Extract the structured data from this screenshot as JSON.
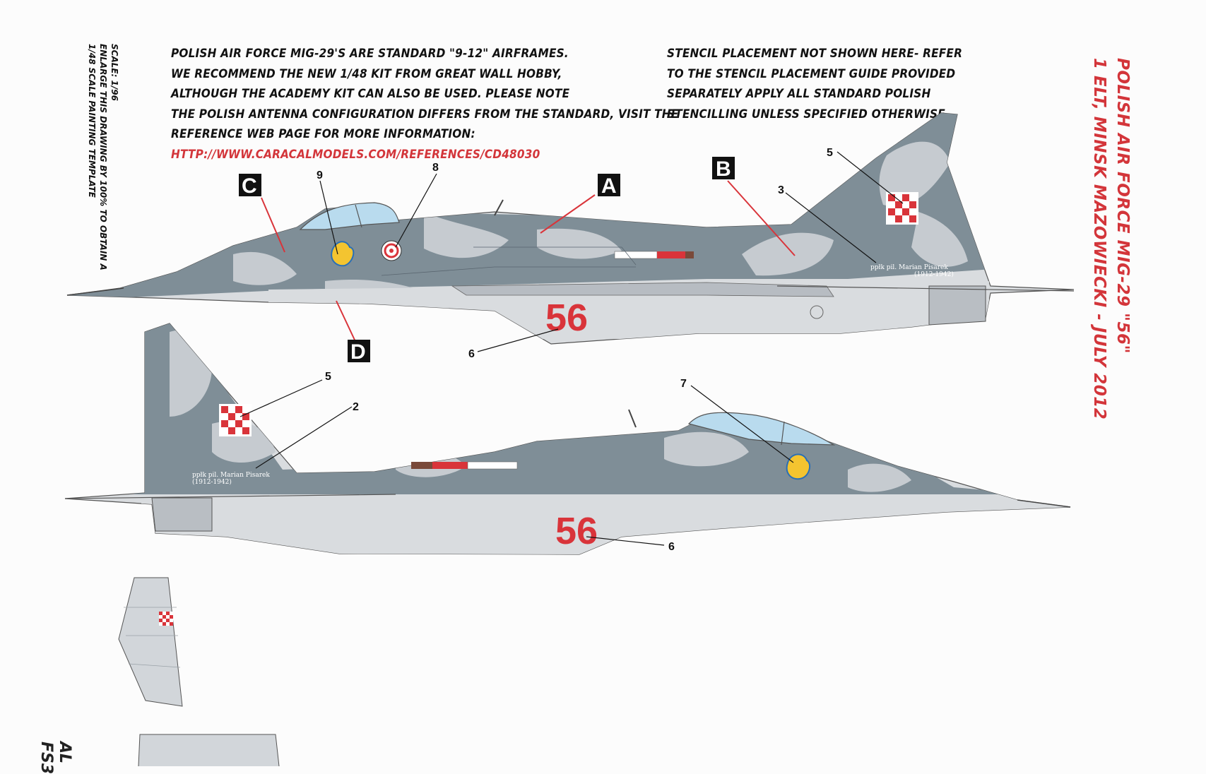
{
  "scale_note": {
    "lines": [
      "SCALE: 1/96",
      "ENLARGE THIS DRAWING BY 100% TO OBTAIN A",
      "1/48 SCALE PAINTING TEMPLATE"
    ]
  },
  "intro_note": {
    "lines": [
      "POLISH AIR FORCE MIG-29'S ARE STANDARD \"9-12\" AIRFRAMES.",
      "WE RECOMMEND THE NEW 1/48 KIT FROM GREAT WALL HOBBY,",
      "ALTHOUGH THE ACADEMY KIT CAN ALSO BE USED. PLEASE NOTE",
      "THE POLISH ANTENNA CONFIGURATION DIFFERS FROM THE STANDARD, VISIT THE",
      "REFERENCE WEB PAGE FOR MORE INFORMATION:"
    ],
    "url": "HTTP://WWW.CARACALMODELS.COM/REFERENCES/CD48030"
  },
  "stencil_note": {
    "lines": [
      "STENCIL PLACEMENT NOT SHOWN HERE- REFER",
      "TO THE STENCIL PLACEMENT GUIDE PROVIDED",
      "SEPARATELY APPLY ALL STANDARD POLISH",
      "STENCILLING UNLESS SPECIFIED OTHERWISE."
    ]
  },
  "title": {
    "line1": "POLISH AIR FORCE MIG-29 \"56\"",
    "line2": "1 ELT, MINSK MAZOWIECKI - JULY 2012"
  },
  "aircraft_code": "56",
  "tail_inscription": {
    "line1": "ppłk pil. Marian Pisarek",
    "line2": "(1912-1942)"
  },
  "callout_boxes": {
    "a": "A",
    "b": "B",
    "c": "C",
    "d": "D"
  },
  "callout_numbers": {
    "top_8": "8",
    "top_9": "9",
    "top_5": "5",
    "top_3": "3",
    "top_6": "6",
    "bottom_5": "5",
    "bottom_2": "2",
    "bottom_7": "7",
    "bottom_6": "6"
  },
  "bottom_cut_text": {
    "line1": "AL",
    "line2": "FS3"
  },
  "colors": {
    "camo_dark": "#7f8e97",
    "camo_light": "#c6cbd0",
    "underside": "#d9dcdf",
    "accent_red": "#d9343a",
    "canopy": "#b9dbee"
  }
}
